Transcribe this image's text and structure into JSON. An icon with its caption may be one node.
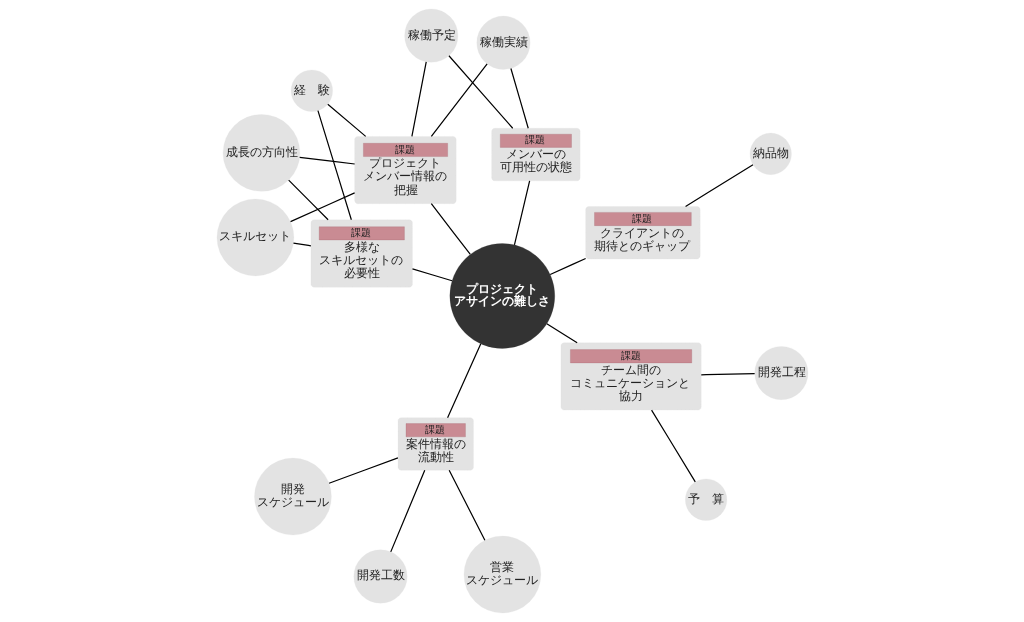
{
  "diagram": {
    "nodes": [
      {
        "text": [
          "開発工数"
        ]
      },
      {
        "text": [
          "経　験"
        ]
      },
      {
        "text": [
          "スキルセット"
        ]
      },
      {
        "text": [
          "開発スケジュール"
        ]
      },
      {
        "text": [
          "課題",
          "プロジェクトメンバー情報の把握"
        ]
      },
      {
        "text": [
          "成長の方向性"
        ]
      },
      {
        "text": [
          "課題",
          "多様なスキルセットの必要性"
        ]
      },
      {
        "text": [
          "課題",
          "案件情報の流動性"
        ]
      },
      {
        "text": [
          "営業スケジュール"
        ]
      },
      {
        "text": [
          "プロジェクトアサインの難しさ"
        ]
      },
      {
        "text": [
          "課題",
          "クライアントの期待とのギャップ"
        ]
      },
      {
        "text": [
          "稼働予定"
        ]
      },
      {
        "text": [
          "課題",
          "メンバーの可用性の状態"
        ]
      },
      {
        "text": [
          "課題",
          "チーム間のコミュニケーションと協力"
        ]
      },
      {
        "text": [
          "納品物"
        ]
      },
      {
        "text": [
          "予　算"
        ]
      },
      {
        "text": [
          "開発工程"
        ]
      },
      {
        "text": [
          "稼働実績"
        ]
      }
    ],
    "edges": [
      {
        "from": 9,
        "to": 7,
        "arrow": "none"
      },
      {
        "from": 9,
        "to": 4,
        "arrow": "none"
      },
      {
        "from": 9,
        "to": 6,
        "arrow": "none"
      },
      {
        "from": 9,
        "to": 12,
        "arrow": "none"
      },
      {
        "from": 9,
        "to": 13,
        "arrow": "none"
      },
      {
        "from": 9,
        "to": 10,
        "arrow": "none"
      },
      {
        "from": 7,
        "to": 0,
        "arrow": "none"
      },
      {
        "from": 7,
        "to": 3,
        "arrow": "none"
      },
      {
        "from": 7,
        "to": 8,
        "arrow": "none"
      },
      {
        "from": 4,
        "to": 1,
        "arrow": "none"
      },
      {
        "from": 4,
        "to": 2,
        "arrow": "none"
      },
      {
        "from": 4,
        "to": 5,
        "arrow": "none"
      },
      {
        "from": 4,
        "to": 11,
        "arrow": "none"
      },
      {
        "from": 4,
        "to": 17,
        "arrow": "none"
      },
      {
        "from": 6,
        "to": 1,
        "arrow": "none"
      },
      {
        "from": 6,
        "to": 2,
        "arrow": "none"
      },
      {
        "from": 6,
        "to": 5,
        "arrow": "none"
      },
      {
        "from": 12,
        "to": 11,
        "arrow": "none"
      },
      {
        "from": 12,
        "to": 17,
        "arrow": "none"
      },
      {
        "from": 13,
        "to": 15,
        "arrow": "none"
      },
      {
        "from": 13,
        "to": 16,
        "arrow": "none"
      },
      {
        "from": 10,
        "to": 14,
        "arrow": "none"
      }
    ]
  }
}
